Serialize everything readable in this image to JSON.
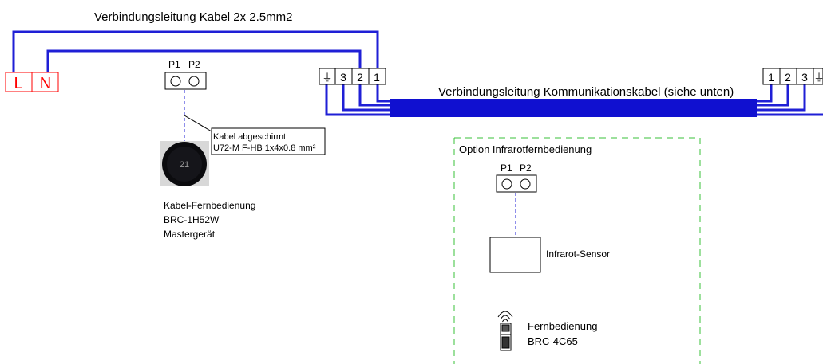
{
  "colors": {
    "wire": "#1f1fd6",
    "cable": "#1010d0",
    "power_terminal": "#ff0000",
    "option_border": "#39c239",
    "line": "#000000"
  },
  "power_line": {
    "title": "Verbindungsleitung Kabel 2x 2.5mm2",
    "terminal_l": "L",
    "terminal_n": "N"
  },
  "indoor_unit_terminals": {
    "labels": [
      "⏚",
      "3",
      "2",
      "1"
    ]
  },
  "outdoor_unit_terminals": {
    "labels": [
      "1",
      "2",
      "3",
      "⏚"
    ]
  },
  "communication_cable": {
    "label": "Verbindungsleitung Kommunikationskabel (siehe unten)"
  },
  "wired_remote": {
    "terminal_labels": [
      "P1",
      "P2"
    ],
    "cable_label_line1": "Kabel abgeschirmt",
    "cable_label_line2": "U72-M F-HB 1x4x0.8 mm²",
    "display_value": "21",
    "caption_line1": "Kabel-Fernbedienung",
    "caption_line2": "BRC-1H52W",
    "caption_line3": "Mastergerät"
  },
  "infrared_option": {
    "title": "Option Infrarotfernbedienung",
    "terminal_labels": [
      "P1",
      "P2"
    ],
    "sensor_label": "Infrarot-Sensor",
    "remote_caption_line1": "Fernbedienung",
    "remote_caption_line2": "BRC-4C65"
  }
}
